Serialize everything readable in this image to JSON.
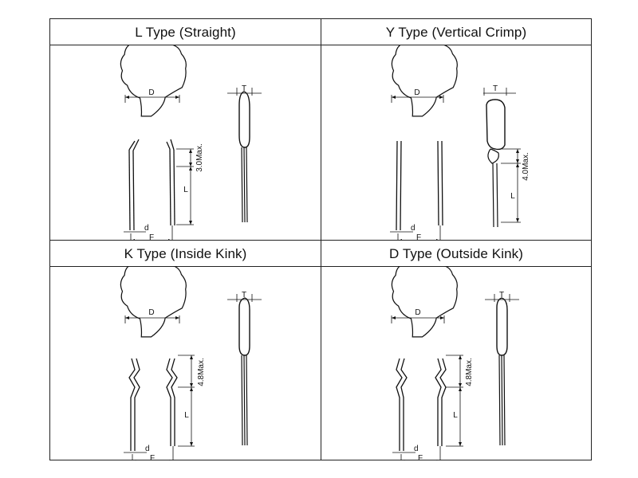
{
  "panels": [
    {
      "title": "L  Type (Straight)",
      "dims": {
        "D": "D",
        "T": "T",
        "d": "d",
        "F": "F",
        "L": "L",
        "offset": "3.0Max."
      }
    },
    {
      "title": "Y  Type (Vertical Crimp)",
      "dims": {
        "D": "D",
        "T": "T",
        "d": "d",
        "F": "F",
        "L": "L",
        "offset": "4.0Max."
      }
    },
    {
      "title": "K  Type (Inside Kink)",
      "dims": {
        "D": "D",
        "T": "T",
        "d": "d",
        "F": "F",
        "L": "L",
        "offset": "4.8Max."
      }
    },
    {
      "title": "D  Type (Outside Kink)",
      "dims": {
        "D": "D",
        "T": "T",
        "d": "d",
        "F": "F",
        "L": "L",
        "offset": "4.8Max."
      }
    }
  ]
}
